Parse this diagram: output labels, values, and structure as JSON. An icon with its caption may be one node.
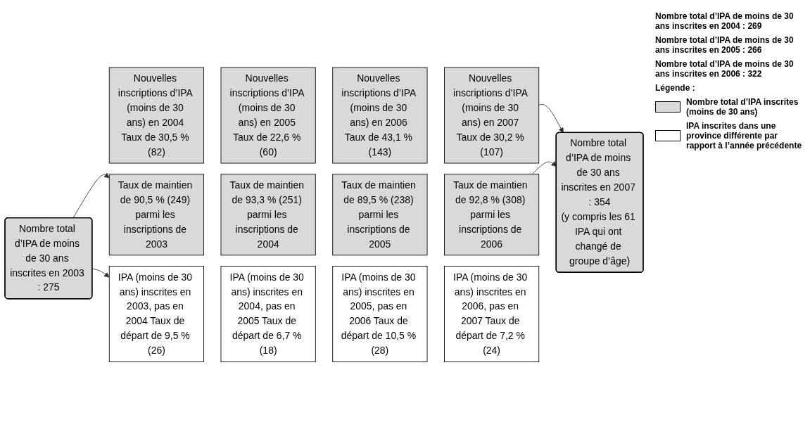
{
  "diagram": {
    "nodes": [
      {
        "text": [
          "Nombre total d’IPA de moins de 30 ans inscrites en 2003 : 275"
        ]
      },
      {
        "text": [
          "Nouvelles inscriptions d’IPA (moins de 30 ans) en 2004 Taux de 30,5 % (82)"
        ]
      },
      {
        "text": [
          "Nouvelles inscriptions d’IPA (moins de 30 ans) en 2005 Taux de 22,6 % (60)"
        ]
      },
      {
        "text": [
          "Nouvelles inscriptions d’IPA (moins de 30 ans) en 2006 Taux de 43,1 % (143)"
        ]
      },
      {
        "text": [
          "Nouvelles inscriptions d’IPA (moins de 30 ans) en 2007 Taux de 30,2 % (107)"
        ]
      },
      {
        "text": [
          "Taux de maintien de 90,5 % (249) parmi les inscriptions de 2003"
        ]
      },
      {
        "text": [
          "Taux de maintien de 93,3 % (251) parmi les inscriptions de 2004"
        ]
      },
      {
        "text": [
          "Taux de maintien de 89,5 % (238) parmi les inscriptions de 2005"
        ]
      },
      {
        "text": [
          "Taux de maintien de 92,8 % (308) parmi les inscriptions de 2006"
        ]
      },
      {
        "text": [
          "IPA (moins de 30 ans) inscrites en 2003, pas en 2004 Taux de départ de 9,5 % (26)"
        ]
      },
      {
        "text": [
          "IPA (moins de 30 ans) inscrites en 2004, pas en 2005 Taux de départ de 6,7 % (18)"
        ]
      },
      {
        "text": [
          "IPA (moins de 30 ans) inscrites en 2005, pas en 2006 Taux de départ de 10,5 % (28)"
        ]
      },
      {
        "text": [
          "IPA (moins de 30 ans) inscrites en 2006, pas en 2007 Taux de départ de 7,2 % (24)"
        ]
      },
      {
        "text": [
          "Nombre total d’IPA de moins de 30 ans inscrites en 2007 : 354",
          "(y compris les 61 IPA qui ont changé de groupe d’âge)"
        ]
      }
    ],
    "edges": [
      {
        "from": 0,
        "to": 5,
        "arrow": "to"
      },
      {
        "from": 0,
        "to": 9,
        "arrow": "to"
      },
      {
        "from": 4,
        "to": 13,
        "arrow": "to"
      },
      {
        "from": 8,
        "to": 13,
        "arrow": "to"
      }
    ],
    "labels": [
      "Nombre total d’IPA de moins de 30 ans inscrites en 2004 : 269",
      "Nombre total d’IPA de moins de 30 ans inscrites en 2005 : 266",
      "Nombre total d’IPA de moins de 30 ans inscrites en 2006 : 322",
      "Légende :"
    ],
    "legend": [
      {
        "text": "Nombre total d’IPA inscrites (moins de 30 ans)",
        "color": "#d9d9d9"
      },
      {
        "text": "IPA inscrites dans une province différente par rapport à l’année précédente",
        "color": "#ffffff"
      }
    ]
  }
}
